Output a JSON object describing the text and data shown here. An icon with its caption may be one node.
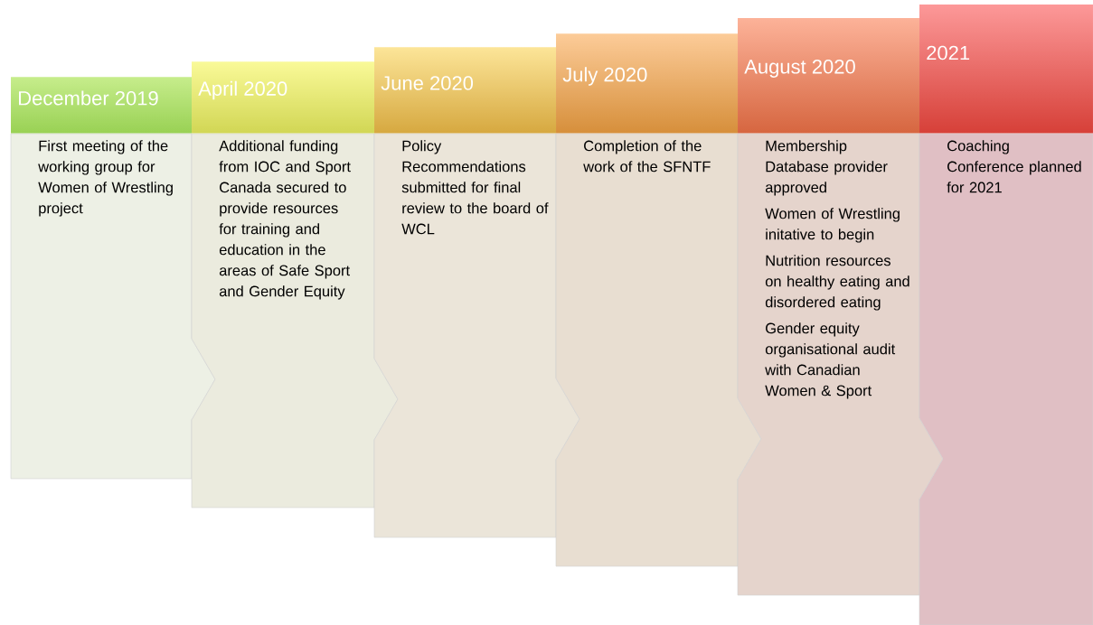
{
  "diagram": {
    "nodes": [
      {
        "text": [
          "December 2019"
        ]
      },
      {
        "text": [
          "First meeting of the working group for Women of Wrestling project"
        ]
      },
      {
        "text": [
          "April 2020"
        ]
      },
      {
        "text": [
          "Additional funding from IOC and Sport Canada secured to provide resources for training and education in the areas of Safe Sport and Gender Equity"
        ]
      },
      {
        "text": [
          "June 2020"
        ]
      },
      {
        "text": [
          "Policy Recommendations submitted for final review to the board of WCL"
        ]
      },
      {
        "text": [
          "July 2020"
        ]
      },
      {
        "text": [
          "Completion of the work of the SFNTF"
        ]
      },
      {
        "text": [
          "August 2020"
        ]
      },
      {
        "text": [
          "Membership Database provider approved",
          "Women of Wrestling  initative to begin",
          "Nutrition resources on healthy eating and disordered eating",
          "Gender equity organisational audit with Canadian Women & Sport"
        ]
      },
      {
        "text": [
          "2021"
        ]
      },
      {
        "text": [
          "Coaching Conference planned for 2021"
        ]
      }
    ]
  }
}
